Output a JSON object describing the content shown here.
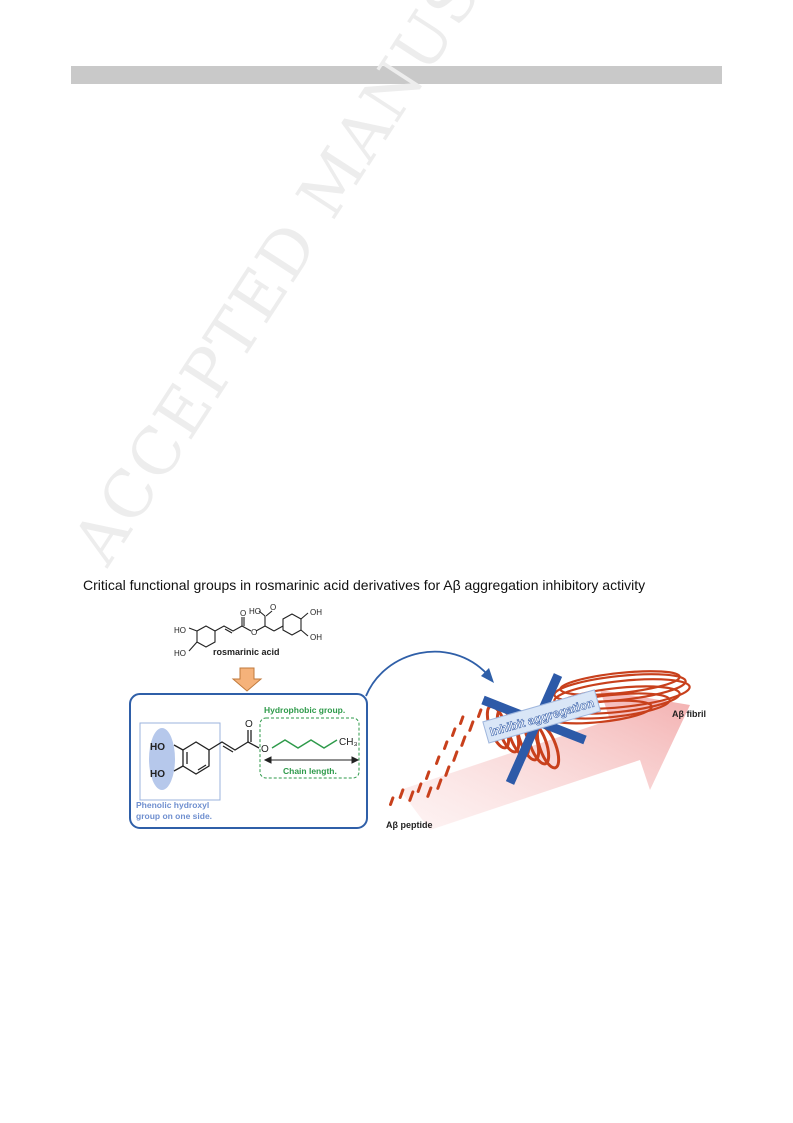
{
  "page": {
    "watermark": "ACCEPTED MANUSCRIPT"
  },
  "graphic": {
    "title": "Critical functional groups in rosmarinic acid derivatives for Aβ aggregation inhibitory activity",
    "molecule_top": {
      "name": "rosmarinic acid",
      "ho_labels": [
        "HO",
        "HO",
        "OH",
        "OH"
      ],
      "carboxyl_label": "HO",
      "o_labels": [
        "O",
        "O",
        "O"
      ]
    },
    "derivative_panel": {
      "ho_labels": [
        "HO",
        "HO"
      ],
      "o_labels": [
        "O",
        "O"
      ],
      "ch3_label": "CH₃",
      "hydrophobic_label": "Hydrophobic group.",
      "chain_label": "Chain length.",
      "phenolic_line1": "Phenolic hydroxyl",
      "phenolic_line2": "group on one side."
    },
    "aggregation": {
      "fibril_label": "Aβ fibril",
      "peptide_label": "Aβ peptide",
      "inhibit_label": "Inhibit aggregation"
    },
    "colors": {
      "panel_border": "#2f5fa8",
      "arrow_fill": "#f5b27a",
      "arrow_stroke": "#c07a3c",
      "hydrophobic_green": "#2e9a4a",
      "phenolic_blue": "#6f8fcf",
      "ellipse_blue": "#a9bee8",
      "peptide_red": "#c8401c",
      "big_arrow_pink": "#f3b8b8",
      "x_blue": "#2d5aa8"
    }
  }
}
